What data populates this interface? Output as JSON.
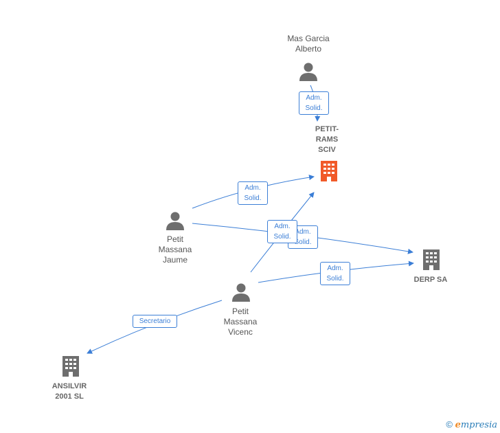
{
  "colors": {
    "edge": "#3b7ed6",
    "person_icon": "#6e6e6e",
    "company_icon": "#6e6e6e",
    "highlight_company_icon": "#f15a29"
  },
  "nodes": {
    "mas_garcia_alberto": {
      "label": "Mas Garcia\nAlberto",
      "icon": "person-icon"
    },
    "petit_rams_sciv": {
      "label": "PETIT-\nRAMS\nSCIV",
      "icon": "building-icon"
    },
    "petit_massana_jaume": {
      "label": "Petit\nMassana\nJaume",
      "icon": "person-icon"
    },
    "petit_massana_vicenc": {
      "label": "Petit\nMassana\nVicenc",
      "icon": "person-icon"
    },
    "derp_sa": {
      "label": "DERP SA",
      "icon": "building-icon"
    },
    "ansilvir_2001_sl": {
      "label": "ANSILVIR\n2001 SL",
      "icon": "building-icon"
    }
  },
  "edges": {
    "alberto_to_petitrams": "Adm.\nSolid.",
    "jaume_to_petitrams": "Adm.\nSolid.",
    "jaume_to_derp": "Adm.\nSolid.",
    "vicenc_to_petitrams": "Adm.\nSolid.",
    "vicenc_to_derp": "Adm.\nSolid.",
    "vicenc_to_ansilvir": "Secretario"
  },
  "footer": {
    "copyright_symbol": "©",
    "brand_initial": "e",
    "brand_rest": "mpresia"
  }
}
